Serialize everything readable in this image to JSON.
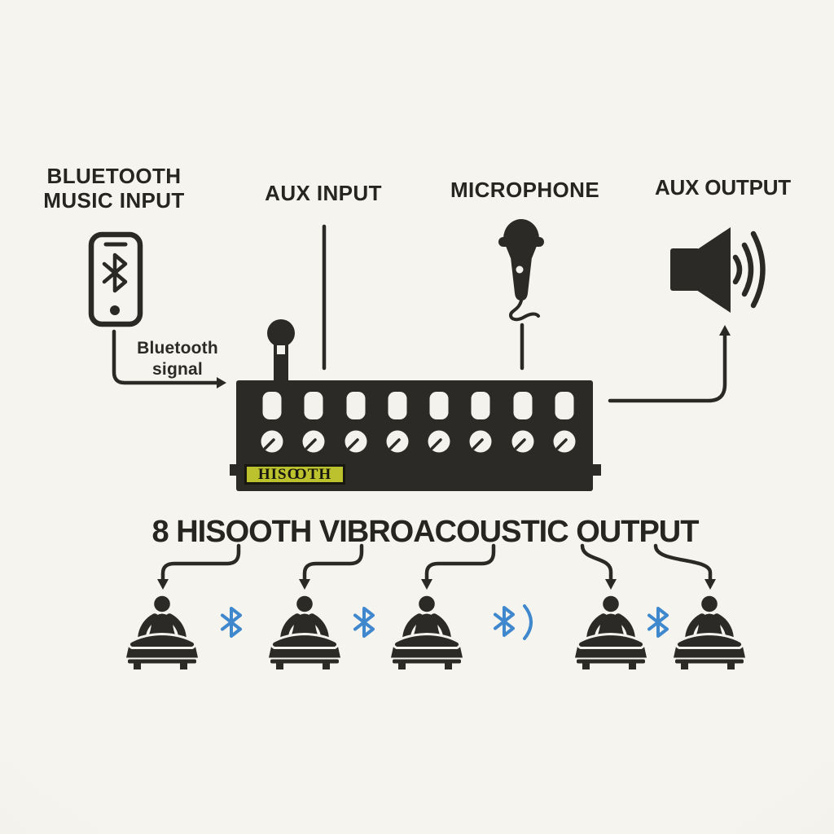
{
  "colors": {
    "background": "#f4f2ed",
    "ink": "#262521",
    "device_body": "#2b2a26",
    "bluetooth_blue": "#3f88cd",
    "brand_label_bg": "#bcc22e"
  },
  "inputs": {
    "bluetooth_music_input": {
      "line1": "BLUETOOTH",
      "line2": "MUSIC INPUT"
    },
    "aux_input": "AUX INPUT",
    "microphone": "MICROPHONE"
  },
  "outputs": {
    "aux_output": "AUX OUTPUT",
    "vibroacoustic_title": "8 HISOOTH VIBROACOUSTIC OUTPUT"
  },
  "annotations": {
    "bluetooth_signal": {
      "line1": "Bluetooth",
      "line2": "signal"
    }
  },
  "device": {
    "brand": {
      "prefix": "HIS",
      "o1": "O",
      "o2": "O",
      "suffix": "TH"
    },
    "port_count": 8,
    "knob_count": 8
  },
  "listeners": {
    "count": 5,
    "wireless_links": 4
  }
}
